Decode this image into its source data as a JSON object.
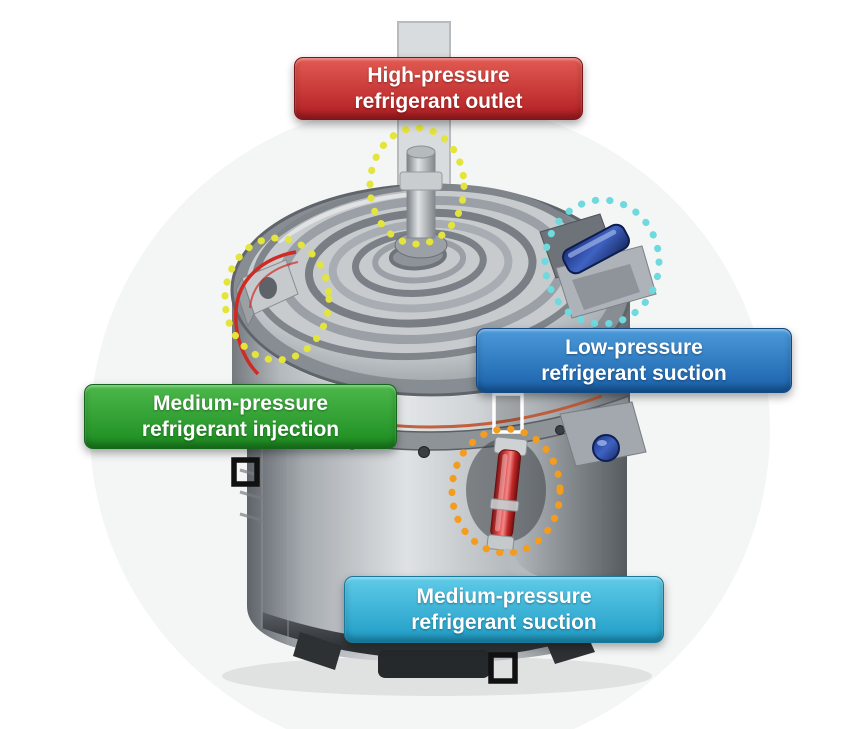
{
  "diagram": {
    "subject": "Scroll compressor refrigerant ports",
    "background_color": "#ffffff",
    "labels": {
      "high_pressure_outlet": {
        "line1": "High-pressure",
        "line2": "refrigerant outlet",
        "color": "#c22b28"
      },
      "low_pressure_suction": {
        "line1": "Low-pressure",
        "line2": "refrigerant suction",
        "color": "#2471b9"
      },
      "medium_pressure_injection": {
        "line1": "Medium-pressure",
        "line2": "refrigerant injection",
        "color": "#2b9b2f"
      },
      "medium_pressure_suction": {
        "line1": "Medium-pressure",
        "line2": "refrigerant suction",
        "color": "#3ab5d8"
      }
    },
    "highlight_rings": {
      "outlet": "#e3e43c",
      "injection": "#e3e43c",
      "low_suction": "#6edade",
      "medium_suction": "#f39c1d"
    },
    "frame_markers_color": "#111111"
  }
}
